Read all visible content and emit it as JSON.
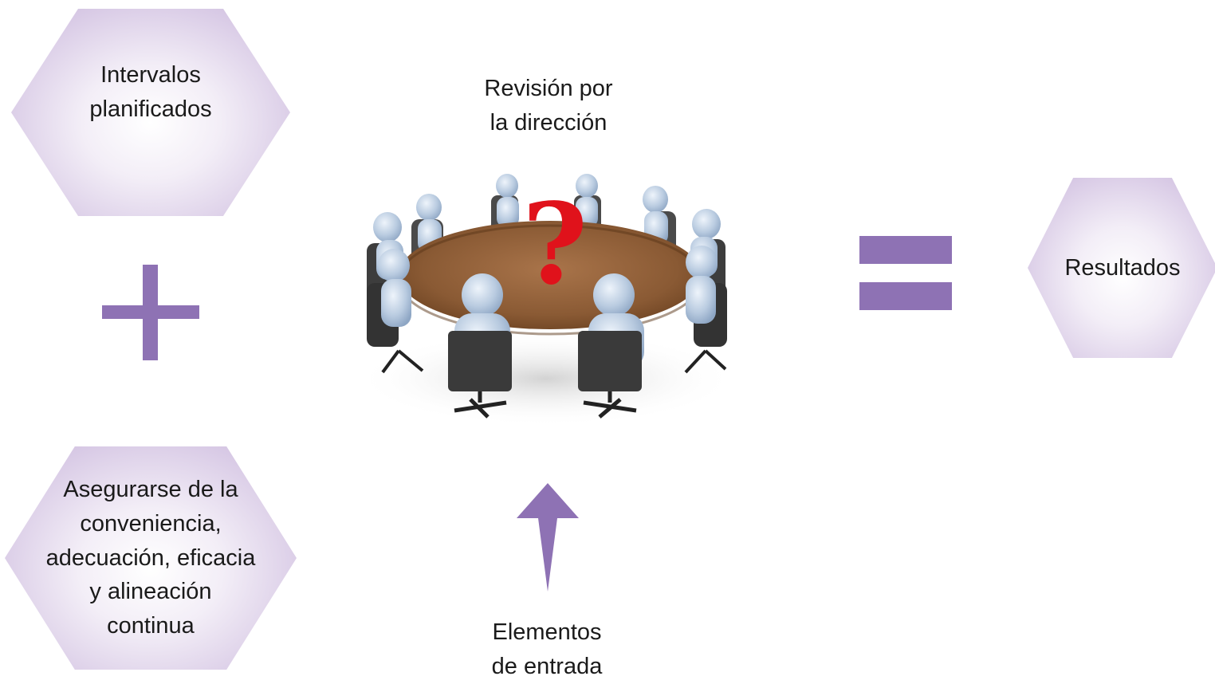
{
  "diagram": {
    "accent_color": "#8e72b4",
    "hexagon_fill_color": "#d9cbe6",
    "nodes": {
      "intervalos": {
        "lines": [
          "Intervalos",
          "planificados"
        ]
      },
      "asegurarse": {
        "lines": [
          "Asegurarse de la",
          "conveniencia,",
          "adecuación, eficacia",
          "y alineación",
          "continua"
        ]
      },
      "resultados": {
        "lines": [
          "Resultados"
        ]
      },
      "revision": {
        "lines": [
          "Revisión por",
          "la dirección"
        ]
      },
      "elementos": {
        "lines": [
          "Elementos",
          "de entrada"
        ]
      }
    },
    "operators": {
      "plus": "plus-sign",
      "equals": "equals-sign",
      "arrow": "up-arrow"
    },
    "image": {
      "subject": "meeting-round-table-illustration",
      "mark": "?"
    }
  }
}
